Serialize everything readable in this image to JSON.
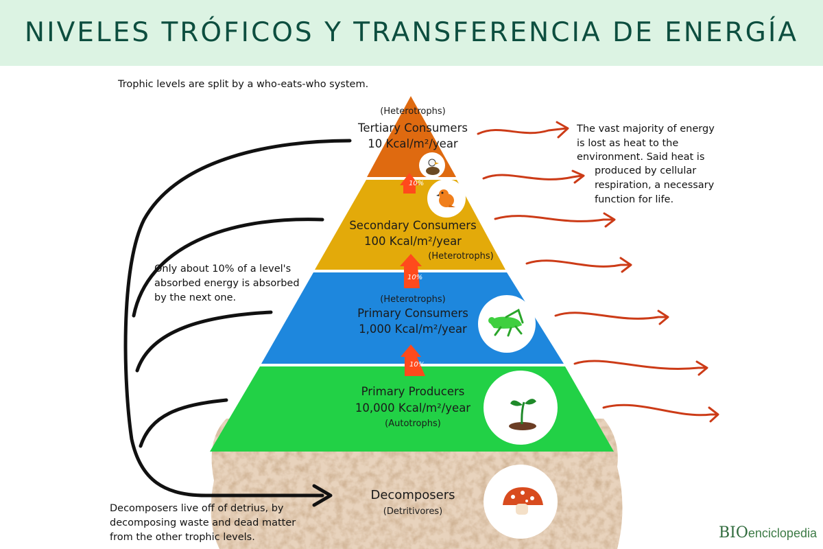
{
  "header": {
    "title": "NIVELES TRÓFICOS Y TRANSFERENCIA DE ENERGÍA"
  },
  "notes": {
    "intro": "Trophic levels are split by a who-eats-who system.",
    "heat": [
      "The vast majority of energy",
      "is lost as heat to the",
      "environment. Said heat is",
      "produced by cellular",
      "respiration, a necessary",
      "function for life."
    ],
    "ten_percent": [
      "Only about 10% of a level's",
      "absorbed energy is absorbed",
      "by the next one."
    ],
    "decomposers": [
      "Decomposers live off of detrius, by",
      "decomposing waste and dead matter",
      "from the other trophic levels."
    ]
  },
  "levels": {
    "tertiary": {
      "type": "(Heterotrophs)",
      "name": "Tertiary Consumers",
      "energy": "10 Kcal/m²/year",
      "icon": "eagle-icon",
      "color": "#df6a10"
    },
    "secondary": {
      "name": "Secondary Consumers",
      "energy": "100 Kcal/m²/year",
      "type": "(Heterotrophs)",
      "icon": "bird-icon",
      "color": "#e3aa0a"
    },
    "primary_consumers": {
      "type": "(Heterotrophs)",
      "name": "Primary Consumers",
      "energy": "1,000 Kcal/m²/year",
      "icon": "grasshopper-icon",
      "color": "#1e87dd"
    },
    "producers": {
      "name": "Primary Producers",
      "energy": "10,000 Kcal/m²/year",
      "type": "(Autotrophs)",
      "icon": "sprout-icon",
      "color": "#22d146"
    },
    "decomposers": {
      "name": "Decomposers",
      "type": "(Detritivores)",
      "icon": "mushroom-icon",
      "color": "#9a6b43"
    }
  },
  "transfer_labels": [
    "10%",
    "10%",
    "10%"
  ],
  "colors": {
    "arrow": "#cc3b17",
    "transfer": "#ff4a1c",
    "recycle": "#111111",
    "header_bg": "#dcf3e3",
    "title": "#0d4e3f"
  },
  "logo": {
    "mark": "BIO",
    "word": "enciclopedia"
  }
}
